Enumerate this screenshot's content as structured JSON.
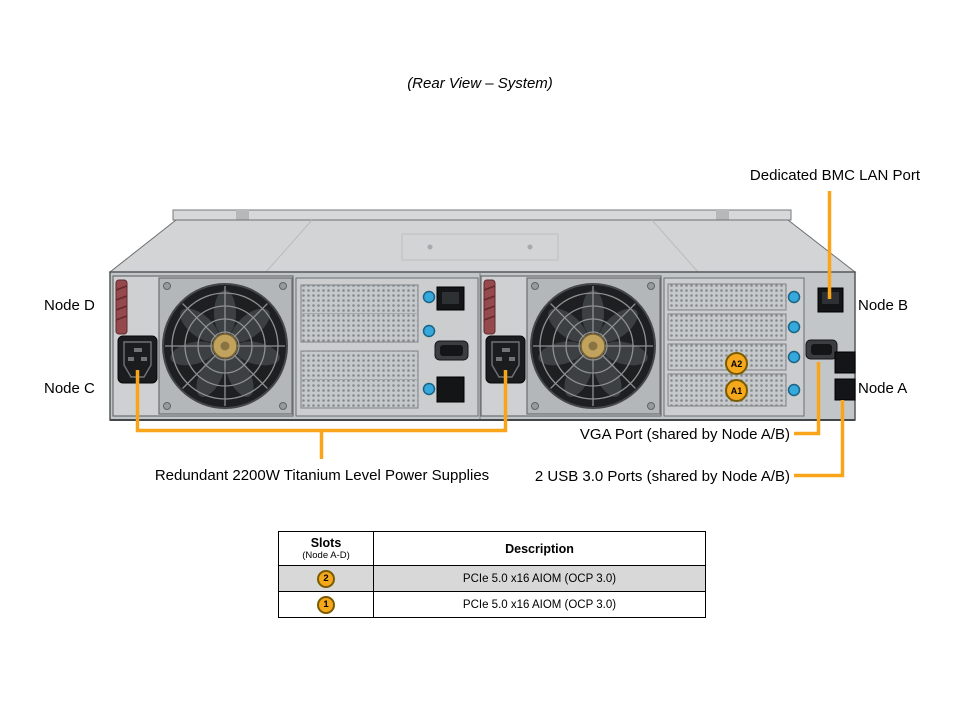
{
  "title": "(Rear View – System)",
  "callouts": {
    "bmc_lan": "Dedicated BMC LAN Port",
    "vga": "VGA Port (shared by Node A/B)",
    "usb": "2 USB 3.0 Ports (shared by Node A/B)",
    "psu": "Redundant 2200W Titanium Level Power Supplies"
  },
  "node_labels": {
    "top_left": "Node D",
    "bottom_left": "Node C",
    "top_right": "Node B",
    "bottom_right": "Node A"
  },
  "chassis_badges": {
    "a2": "A2",
    "a1": "A1"
  },
  "table": {
    "header": {
      "slots_title": "Slots",
      "slots_subtitle": "(Node A-D)",
      "description": "Description"
    },
    "rows": [
      {
        "slot": "2",
        "description": "PCIe 5.0 x16 AIOM (OCP 3.0)"
      },
      {
        "slot": "1",
        "description": "PCIe 5.0 x16 AIOM (OCP 3.0)"
      }
    ]
  },
  "colors": {
    "callout_line": "#F9A51B",
    "badge_fill": "#F5A81C",
    "table_row_shaded": "#D8D8D8"
  }
}
